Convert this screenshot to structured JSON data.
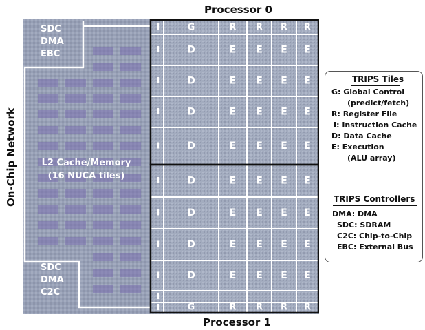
{
  "labels": {
    "processor_0": "Processor 0",
    "processor_1": "Processor 1",
    "network": "On-Chip Network",
    "top_ctrl": [
      "SDC",
      "DMA",
      "EBC"
    ],
    "bottom_ctrl": [
      "SDC",
      "DMA",
      "C2C"
    ],
    "l2_line1": "L2 Cache/Memory",
    "l2_line2": "(16 NUCA tiles)"
  },
  "tiles": {
    "g": "G",
    "r": "R",
    "i": "I",
    "d": "D",
    "e": "E"
  },
  "legend": {
    "tiles_title": "TRIPS Tiles",
    "tiles": [
      {
        "text": "G: Global Control"
      },
      {
        "text": "(predict/fetch)"
      },
      {
        "text": "R:  Register File"
      },
      {
        "text": "I:  Instruction Cache"
      },
      {
        "text": "D:  Data Cache"
      },
      {
        "text": "E:  Execution"
      },
      {
        "text": "(ALU array)"
      }
    ],
    "controllers_title": "TRIPS Controllers",
    "controllers": [
      {
        "text": "DMA:  DMA"
      },
      {
        "text": "SDC:  SDRAM"
      },
      {
        "text": "C2C:  Chip-to-Chip"
      },
      {
        "text": "EBC:  External Bus"
      }
    ]
  },
  "colors": {
    "die_base": "#9aa3b8",
    "die_dark": "#6f7890",
    "tile_text": "#ffffff",
    "outline": "#111111"
  }
}
